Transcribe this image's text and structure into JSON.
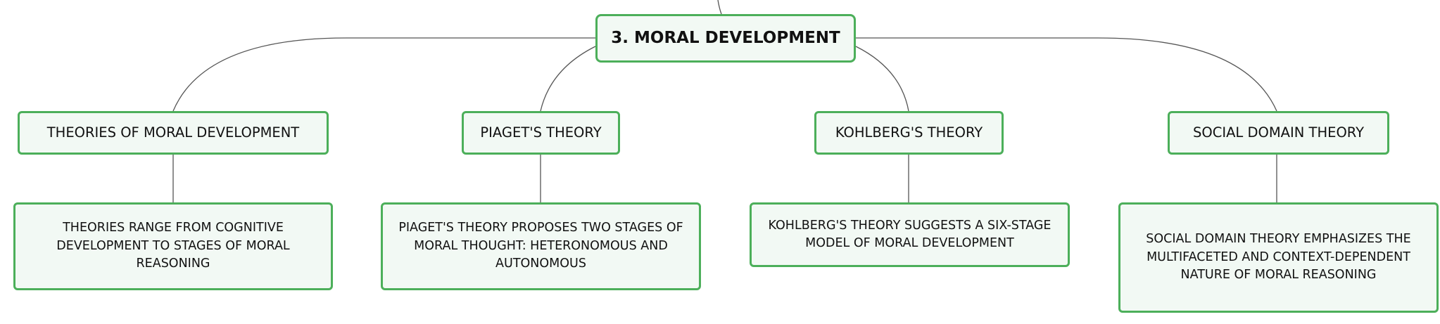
{
  "root": {
    "label": "3. MORAL DEVELOPMENT"
  },
  "branches": [
    {
      "label": "THEORIES OF MORAL DEVELOPMENT",
      "detail": "THEORIES RANGE FROM COGNITIVE DEVELOPMENT TO STAGES OF MORAL REASONING"
    },
    {
      "label": "PIAGET'S THEORY",
      "detail": "PIAGET'S THEORY PROPOSES TWO STAGES OF MORAL THOUGHT: HETERONOMOUS AND AUTONOMOUS"
    },
    {
      "label": "KOHLBERG'S THEORY",
      "detail": "KOHLBERG'S THEORY SUGGESTS A SIX-STAGE MODEL OF MORAL DEVELOPMENT"
    },
    {
      "label": "SOCIAL DOMAIN THEORY",
      "detail": "SOCIAL DOMAIN THEORY EMPHASIZES THE MULTIFACETED AND CONTEXT-DEPENDENT NATURE OF MORAL REASONING"
    }
  ],
  "colors": {
    "node_border": "#4caf5a",
    "node_fill": "#f2f9f4",
    "connector": "#555555"
  }
}
